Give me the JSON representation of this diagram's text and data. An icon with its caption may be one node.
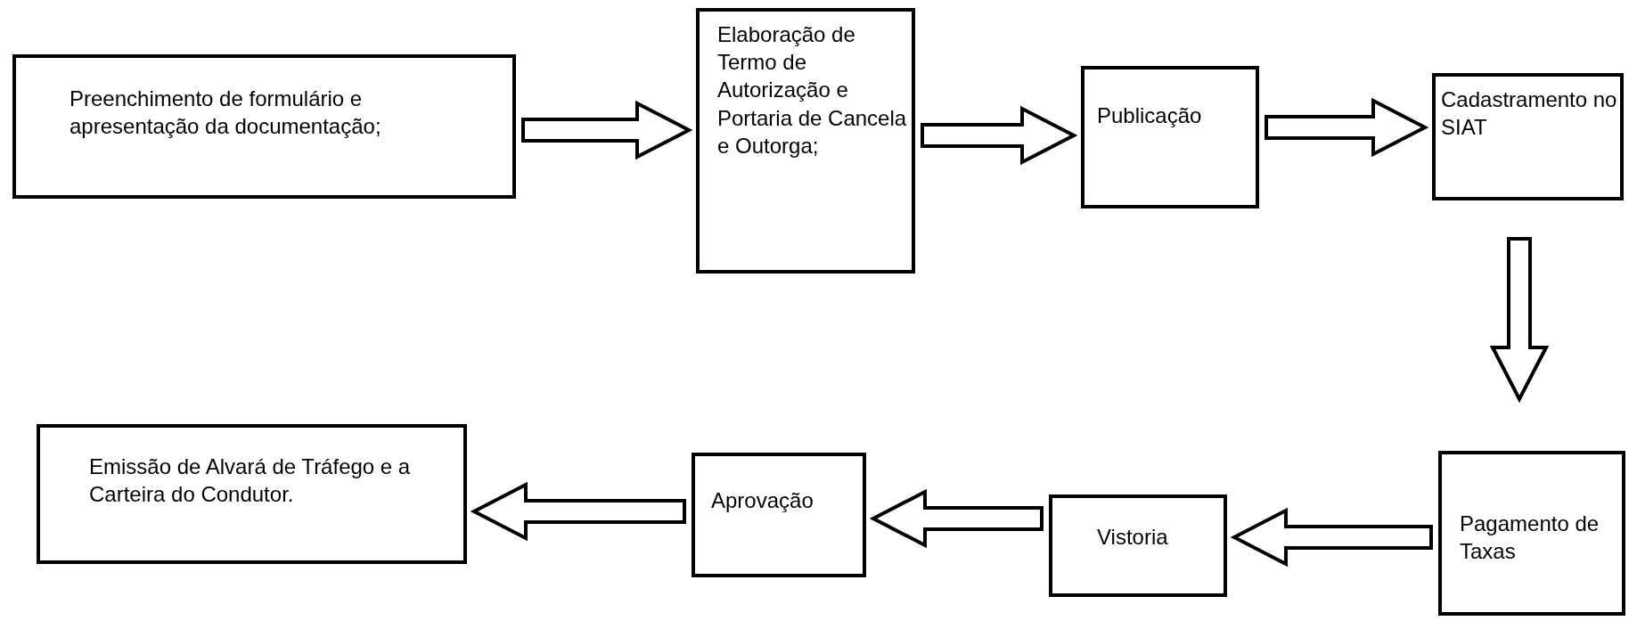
{
  "diagram": {
    "nodes": [
      {
        "text": [
          "Preenchimento de formulário e apresentação da documentação;"
        ]
      },
      {
        "text": [
          "Elaboração de Termo de Autorização e Portaria de Cancela e Outorga;"
        ]
      },
      {
        "text": [
          "Publicação"
        ]
      },
      {
        "text": [
          "Cadastramento no SIAT"
        ]
      },
      {
        "text": [
          "Pagamento de Taxas"
        ]
      },
      {
        "text": [
          "Vistoria"
        ]
      },
      {
        "text": [
          "Aprovação"
        ]
      },
      {
        "text": [
          "Emissão de Alvará de Tráfego e a Carteira do Condutor."
        ]
      }
    ],
    "edges": [
      {
        "from": 0,
        "to": 1,
        "arrow": "to"
      },
      {
        "from": 1,
        "to": 2,
        "arrow": "to"
      },
      {
        "from": 2,
        "to": 3,
        "arrow": "to"
      },
      {
        "from": 3,
        "to": 4,
        "arrow": "to"
      },
      {
        "from": 4,
        "to": 5,
        "arrow": "to"
      },
      {
        "from": 5,
        "to": 6,
        "arrow": "to"
      },
      {
        "from": 6,
        "to": 7,
        "arrow": "to"
      }
    ]
  }
}
